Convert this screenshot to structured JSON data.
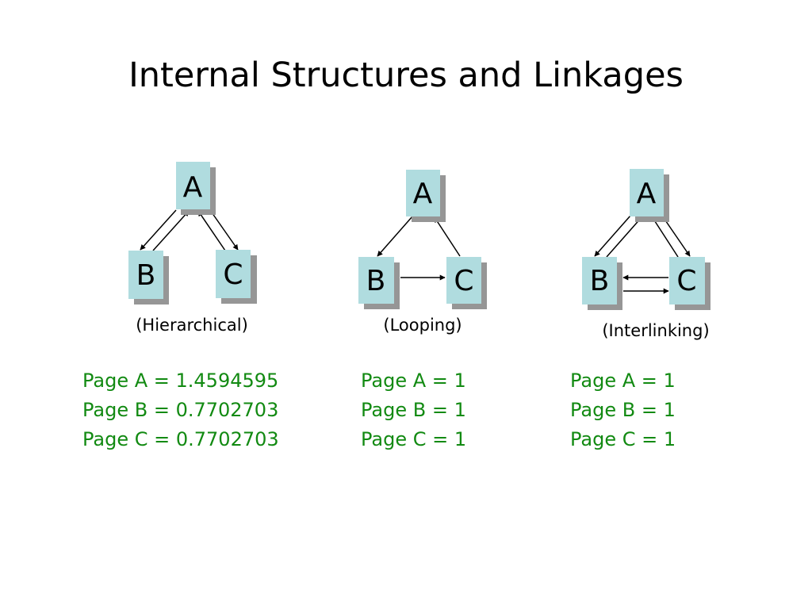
{
  "title": "Internal Structures and Linkages",
  "diagrams": [
    {
      "id": "hierarchical",
      "caption": "(Hierarchical)",
      "nodes": {
        "A": "A",
        "B": "B",
        "C": "C"
      },
      "scores": [
        "Page A = 1.4594595",
        "Page B = 0.7702703",
        "Page C = 0.7702703"
      ]
    },
    {
      "id": "looping",
      "caption": "(Looping)",
      "nodes": {
        "A": "A",
        "B": "B",
        "C": "C"
      },
      "scores": [
        "Page A = 1",
        "Page B = 1",
        "Page C = 1"
      ]
    },
    {
      "id": "interlinking",
      "caption": "(Interlinking)",
      "nodes": {
        "A": "A",
        "B": "B",
        "C": "C"
      },
      "scores": [
        "Page A = 1",
        "Page B = 1",
        "Page C = 1"
      ]
    }
  ],
  "colors": {
    "node_fill": "#b0dcdf",
    "node_shadow": "#969696",
    "score_text": "#128a12"
  }
}
